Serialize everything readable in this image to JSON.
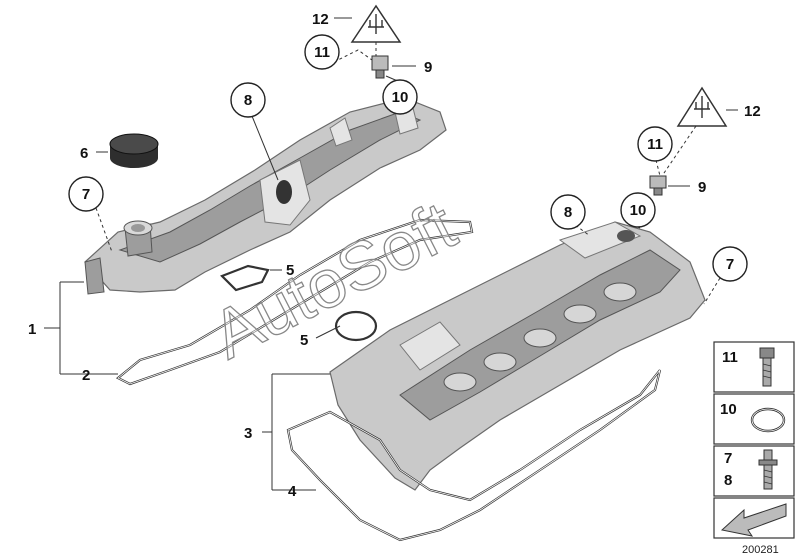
{
  "callouts": {
    "c1": "1",
    "c2": "2",
    "c3": "3",
    "c4": "4",
    "c5a": "5",
    "c5b": "5",
    "c6": "6",
    "c7a": "7",
    "c7b": "7",
    "c8a": "8",
    "c8b": "8",
    "c9a": "9",
    "c9b": "9",
    "c10a": "10",
    "c10b": "10",
    "c11a": "11",
    "c11b": "11",
    "c12a": "12",
    "c12b": "12"
  },
  "legend": {
    "row1": "11",
    "row2": "10",
    "row3a": "7",
    "row3b": "8"
  },
  "watermark": "AutoSoft",
  "diagram_id": "200281",
  "colors": {
    "part_fill": "#c9c9c9",
    "outline": "#333333",
    "background": "#ffffff"
  }
}
